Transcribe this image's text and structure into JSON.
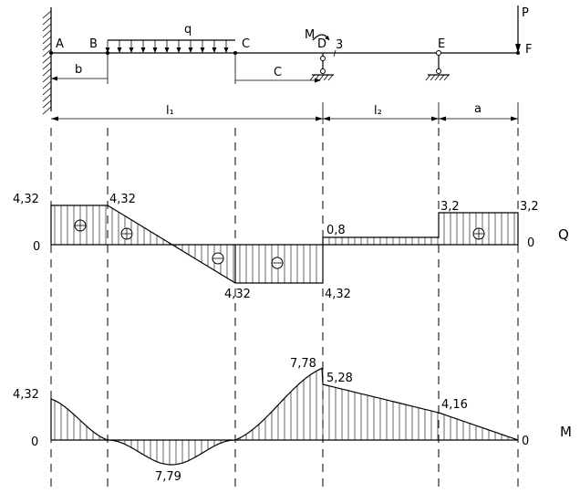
{
  "beam": {
    "points": {
      "A": "A",
      "B": "B",
      "C": "C",
      "D": "D",
      "E": "E",
      "F": "F"
    },
    "load_q": "q",
    "moment_M": "M",
    "label_3": "3",
    "force_P": "P",
    "dim_b": "b",
    "dim_c": "C",
    "dim_l1": "l₁",
    "dim_l2": "l₂",
    "dim_a": "a"
  },
  "shear_diagram": {
    "title": "Q",
    "labels": {
      "a_left": "4,32",
      "a_zero": "0",
      "b_value": "4,32",
      "c_value": "4,32",
      "d_low": "4,32",
      "d_high": "0,8",
      "e_value": "3,2",
      "f_value": "3,2",
      "f_zero": "0"
    },
    "signs": [
      "⊕",
      "⊕",
      "⊖",
      "⊖",
      "⊕"
    ]
  },
  "moment_diagram": {
    "title": "M",
    "labels": {
      "a_value": "4,32",
      "a_zero": "0",
      "min_value": "7,79",
      "d_left": "7,78",
      "d_right": "5,28",
      "e_value": "4,16",
      "f_zero": "0"
    }
  }
}
